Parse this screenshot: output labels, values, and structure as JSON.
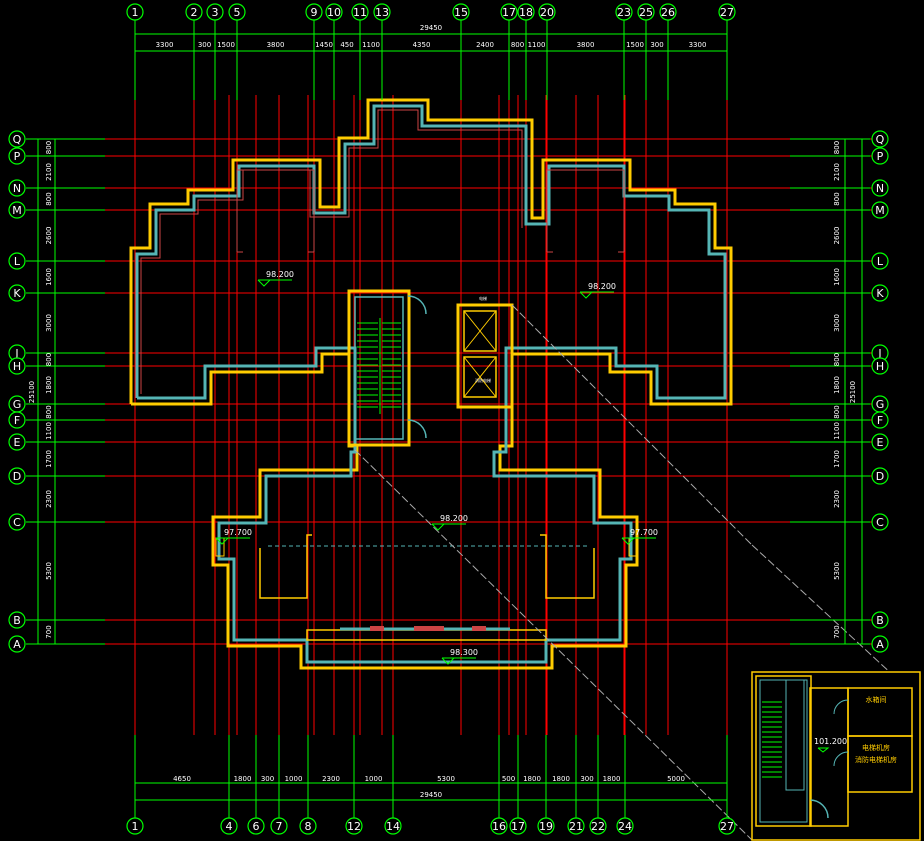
{
  "colors": {
    "background": "#000000",
    "grid_green": "#00ff00",
    "axis_red": "#ff0000",
    "wall_yellow": "#ffcc00",
    "wall_cyan": "#55b5b5",
    "text_white": "#ffffff",
    "dash_gray": "#aaaaaa"
  },
  "overall_dimension_top": "29450",
  "overall_dimension_bottom": "29450",
  "overall_dimension_left": "25100",
  "overall_dimension_right": "25100",
  "top_axis_labels": [
    "1",
    "2",
    "3",
    "5",
    "9",
    "10",
    "11",
    "13",
    "15",
    "17",
    "18",
    "20",
    "23",
    "25",
    "26",
    "27"
  ],
  "bottom_axis_labels": [
    "1",
    "4",
    "6",
    "7",
    "8",
    "12",
    "14",
    "16",
    "17",
    "19",
    "21",
    "22",
    "24",
    "27"
  ],
  "left_axis_labels": [
    "Q",
    "P",
    "N",
    "M",
    "L",
    "K",
    "J",
    "H",
    "G",
    "F",
    "E",
    "D",
    "C",
    "B",
    "A"
  ],
  "right_axis_labels": [
    "Q",
    "P",
    "N",
    "M",
    "L",
    "K",
    "J",
    "H",
    "G",
    "F",
    "E",
    "D",
    "C",
    "B",
    "A"
  ],
  "top_dimensions": [
    "3300",
    "300",
    "1500",
    "3800",
    "1450",
    "450",
    "1100",
    "4350",
    "2400",
    "800",
    "1100",
    "3800",
    "1500",
    "300",
    "3300"
  ],
  "bottom_dimensions": [
    "4650",
    "1800",
    "300",
    "1000",
    "2300",
    "1000",
    "5300",
    "500",
    "1800",
    "1800",
    "300",
    "1800",
    "5000"
  ],
  "left_dimensions": [
    "800",
    "2100",
    "800",
    "2600",
    "1600",
    "3000",
    "800",
    "1800",
    "800",
    "1100",
    "1700",
    "2300",
    "5300",
    "700"
  ],
  "right_dimensions": [
    "800",
    "2100",
    "800",
    "2600",
    "1600",
    "3000",
    "800",
    "1800",
    "800",
    "1100",
    "1700",
    "2300",
    "5300",
    "700"
  ],
  "elevations": {
    "left_room": "98.200",
    "right_room": "98.200",
    "hall": "98.200",
    "left_balcony": "97.700",
    "right_balcony": "97.700",
    "bottom": "98.300",
    "detail": "101.200"
  },
  "elevator_top_label": "电梯",
  "elevator_bottom_label": "消防电梯",
  "detail_labels": {
    "top_room": "水箱间",
    "bottom_room_line1": "电梯机房",
    "bottom_room_line2": "消防电梯机房"
  }
}
